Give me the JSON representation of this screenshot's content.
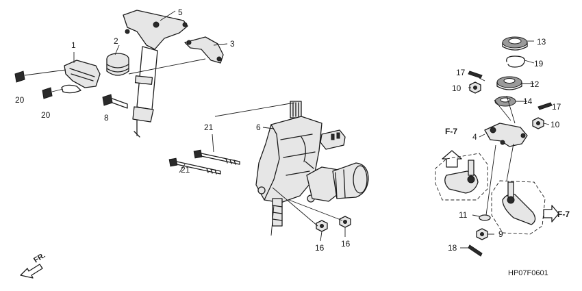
{
  "callouts": {
    "c1": "1",
    "c2": "2",
    "c3": "3",
    "c4": "4",
    "c5": "5",
    "c6": "6",
    "c8": "8",
    "c9": "9",
    "c10a": "10",
    "c10b": "10",
    "c11": "11",
    "c12": "12",
    "c13": "13",
    "c14": "14",
    "c16a": "16",
    "c16b": "16",
    "c17a": "17",
    "c17b": "17",
    "c18": "18",
    "c19": "19",
    "c20a": "20",
    "c20b": "20",
    "c21a": "21",
    "c21b": "21"
  },
  "refs": {
    "left": "F-7",
    "right": "F-7"
  },
  "direction": "FR.",
  "diagram_code": "HP07F0601"
}
